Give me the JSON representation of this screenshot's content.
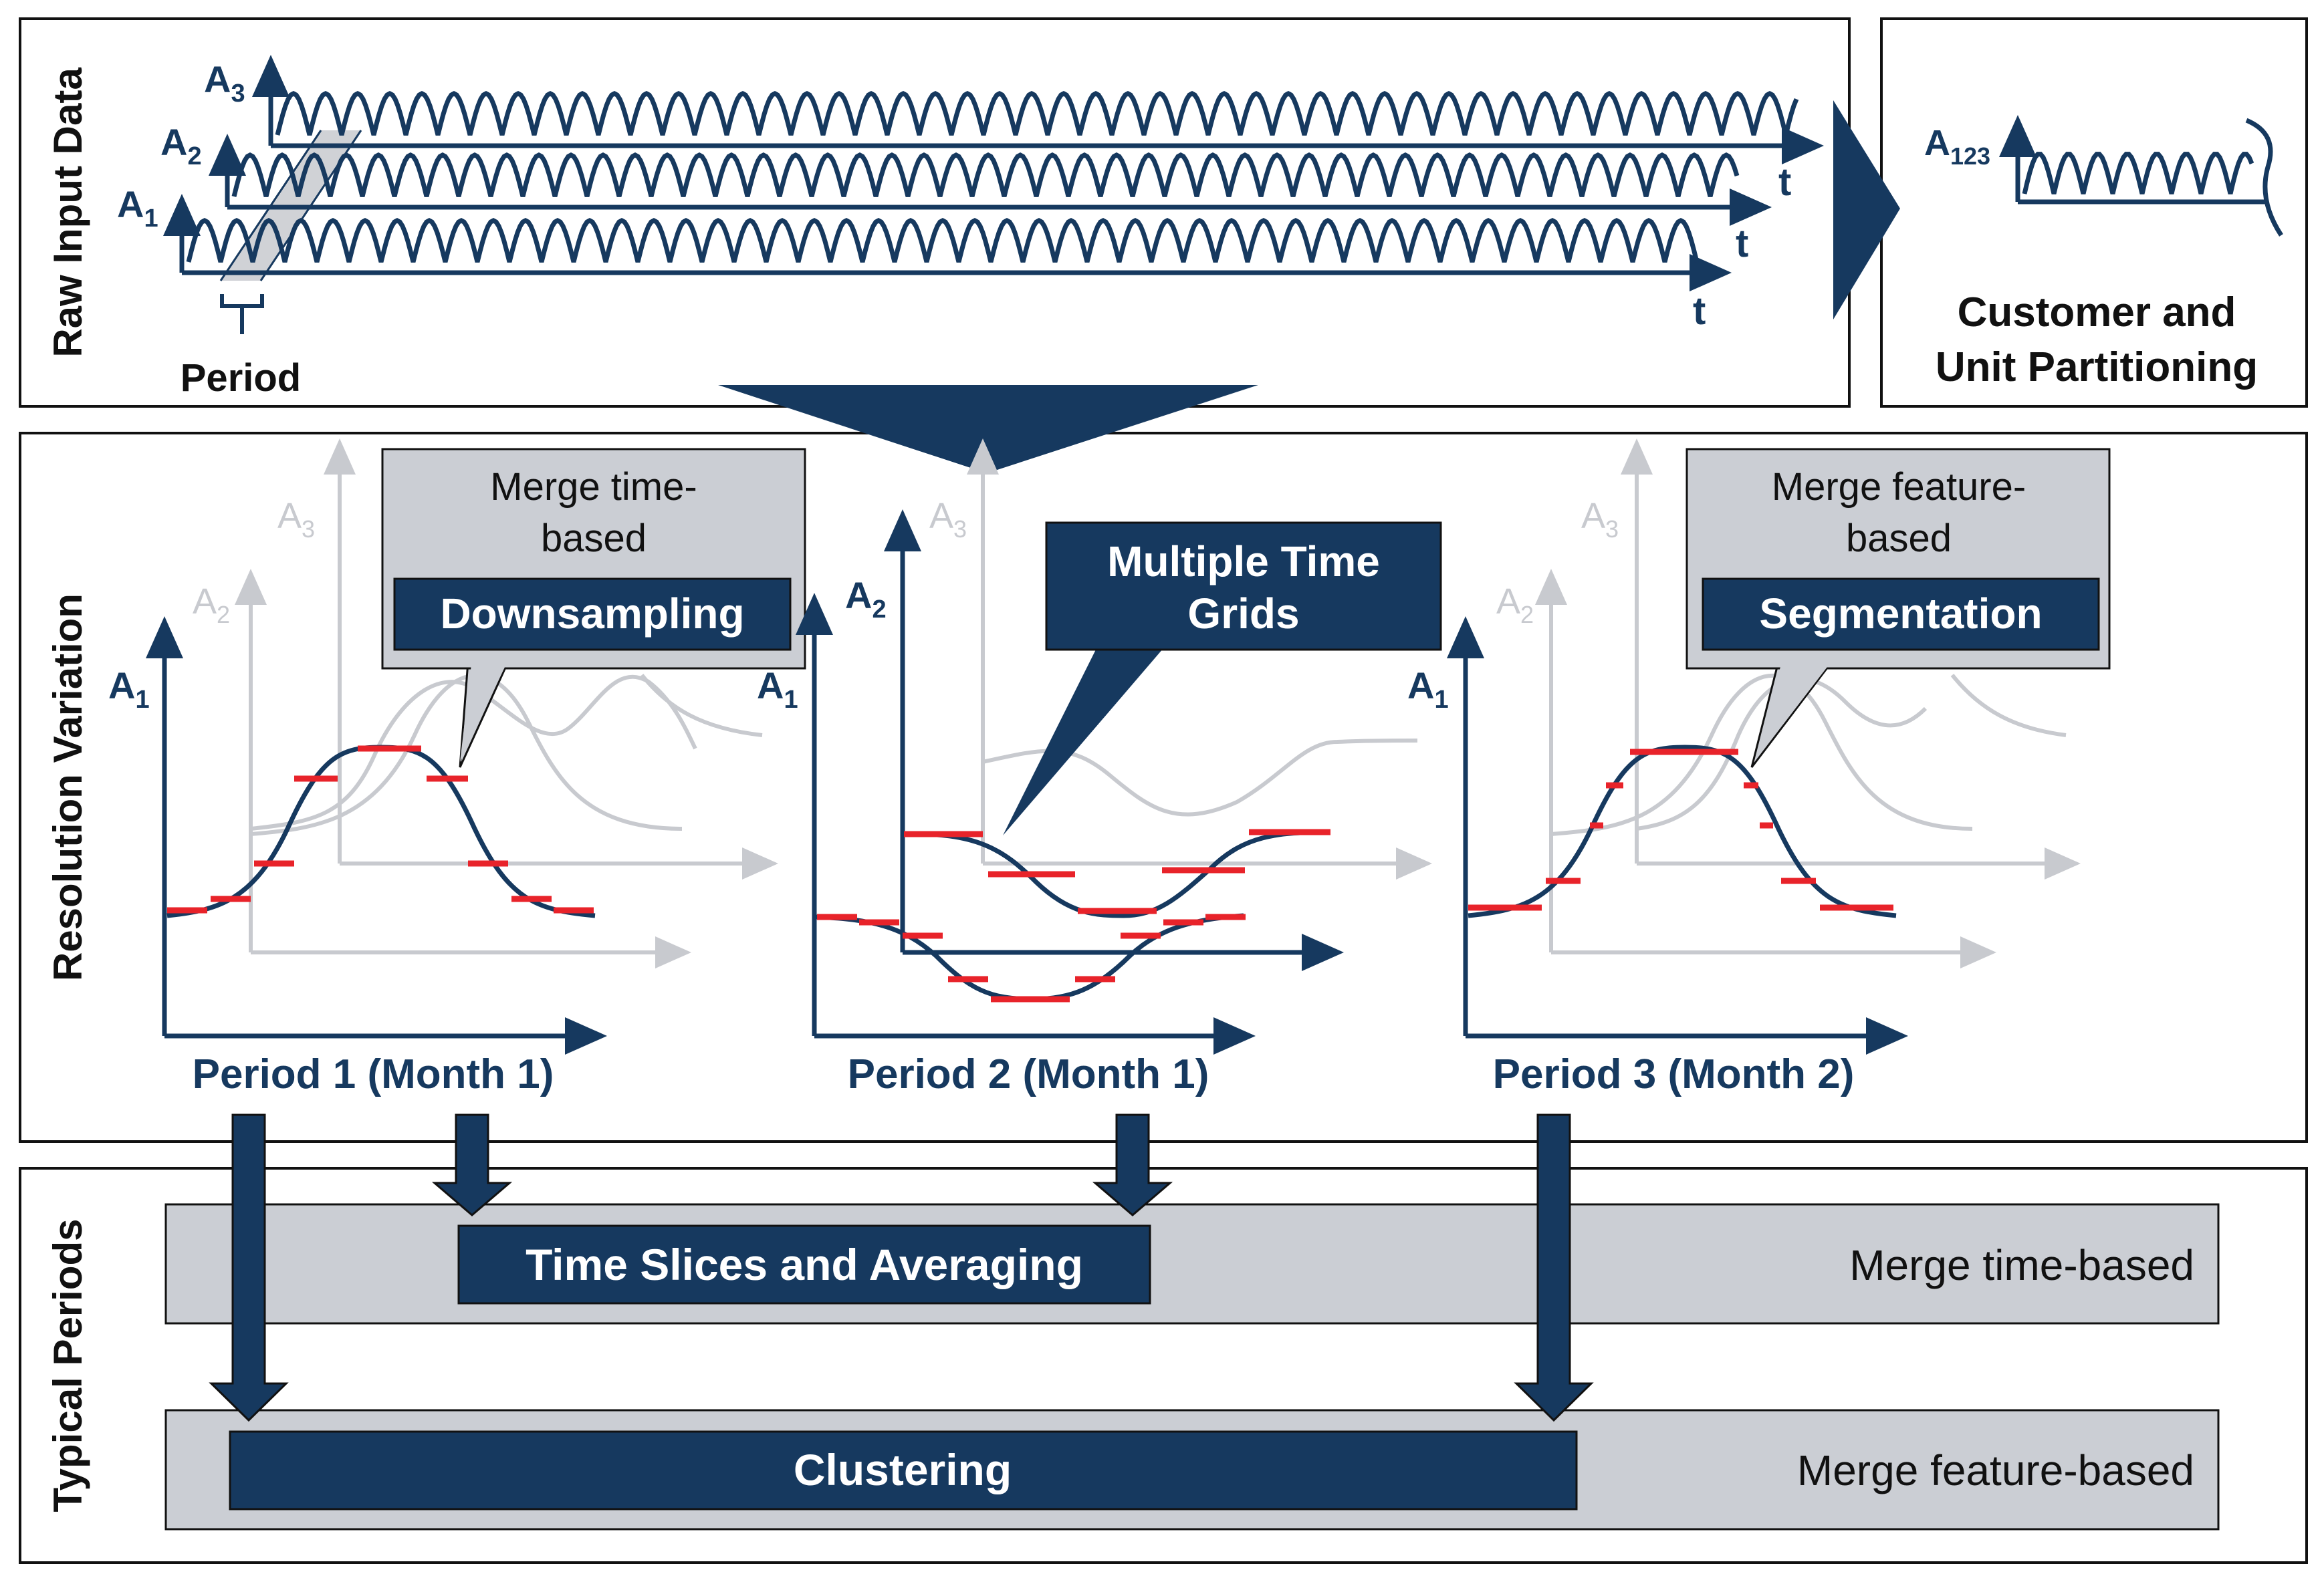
{
  "colors": {
    "navy": "#16395f",
    "gray_box": "#cbced4",
    "light_gray_curve": "#c8cacf",
    "red": "#e8232a",
    "white": "#ffffff",
    "black": "#111111"
  },
  "sections": {
    "raw": {
      "title": "Raw Input Data"
    },
    "resolution": {
      "title": "Resolution Variation"
    },
    "typical": {
      "title": "Typical Periods"
    }
  },
  "raw": {
    "axis_a1": "A",
    "axis_a1_sub": "1",
    "axis_a2": "A",
    "axis_a2_sub": "2",
    "axis_a3": "A",
    "axis_a3_sub": "3",
    "t_label": "t",
    "period_label": "Period"
  },
  "partitioning": {
    "axis": "A",
    "axis_sub": "123",
    "line1": "Customer and",
    "line2": "Unit Partitioning"
  },
  "resolution": {
    "callout_downsampling": {
      "merge_line1": "Merge time-",
      "merge_line2": "based",
      "label": "Downsampling"
    },
    "callout_grids": {
      "line1": "Multiple Time",
      "line2": "Grids"
    },
    "callout_segmentation": {
      "merge_line1": "Merge feature-",
      "merge_line2": "based",
      "label": "Segmentation"
    },
    "period1": "Period 1 (Month 1)",
    "period2": "Period 2 (Month 1)",
    "period3": "Period 3 (Month 2)",
    "axis_letter": "A",
    "sub1": "1",
    "sub2": "2",
    "sub3": "3"
  },
  "typical": {
    "time_slices": "Time Slices and Averaging",
    "merge_time": "Merge time-based",
    "clustering": "Clustering",
    "merge_feature": "Merge feature-based"
  }
}
